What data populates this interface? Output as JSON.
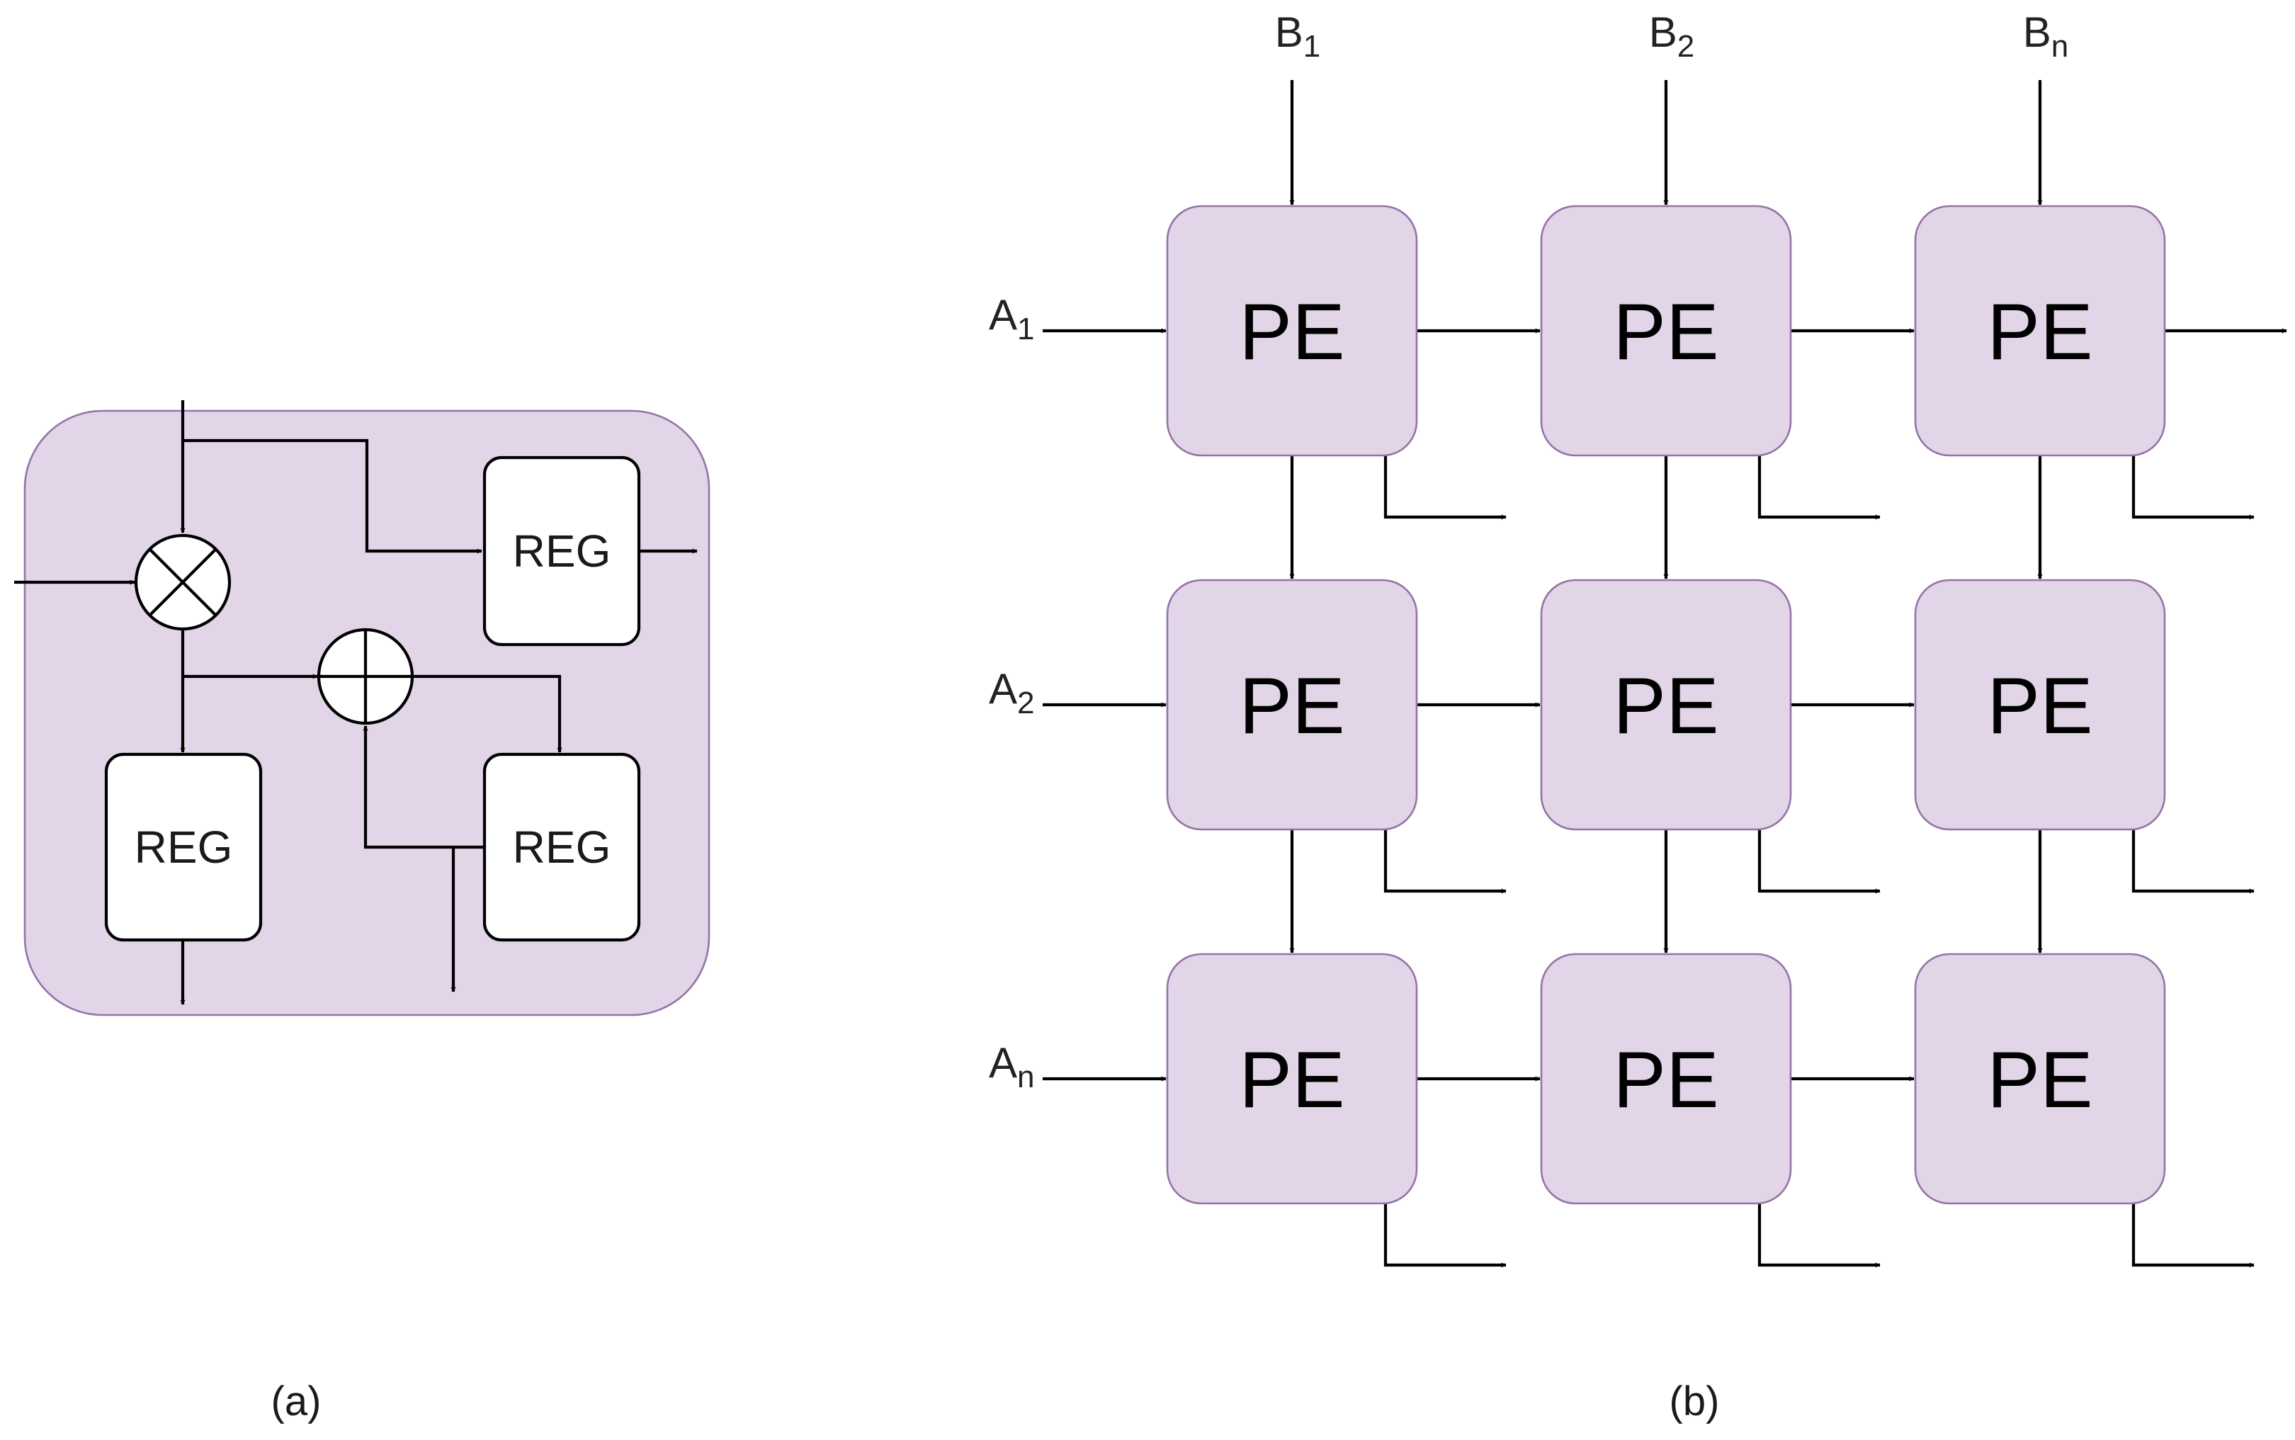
{
  "colors": {
    "pe_fill": "#e1d5e7",
    "pe_stroke": "#9673a6",
    "reg_fill": "#ffffff",
    "line": "#000000"
  },
  "panel_a": {
    "caption": "(a)",
    "regs": {
      "top_right": "REG",
      "bottom_left": "REG",
      "bottom_right": "REG"
    },
    "multiplier_icon": "multiply-circle-icon",
    "adder_icon": "add-circle-icon"
  },
  "panel_b": {
    "caption": "(b)",
    "pe_label": "PE",
    "rows": 3,
    "cols": 3,
    "col_inputs": [
      {
        "base": "B",
        "sub": "1"
      },
      {
        "base": "B",
        "sub": "2"
      },
      {
        "base": "B",
        "sub": "n"
      }
    ],
    "row_inputs": [
      {
        "base": "A",
        "sub": "1"
      },
      {
        "base": "A",
        "sub": "2"
      },
      {
        "base": "A",
        "sub": "n"
      }
    ]
  }
}
